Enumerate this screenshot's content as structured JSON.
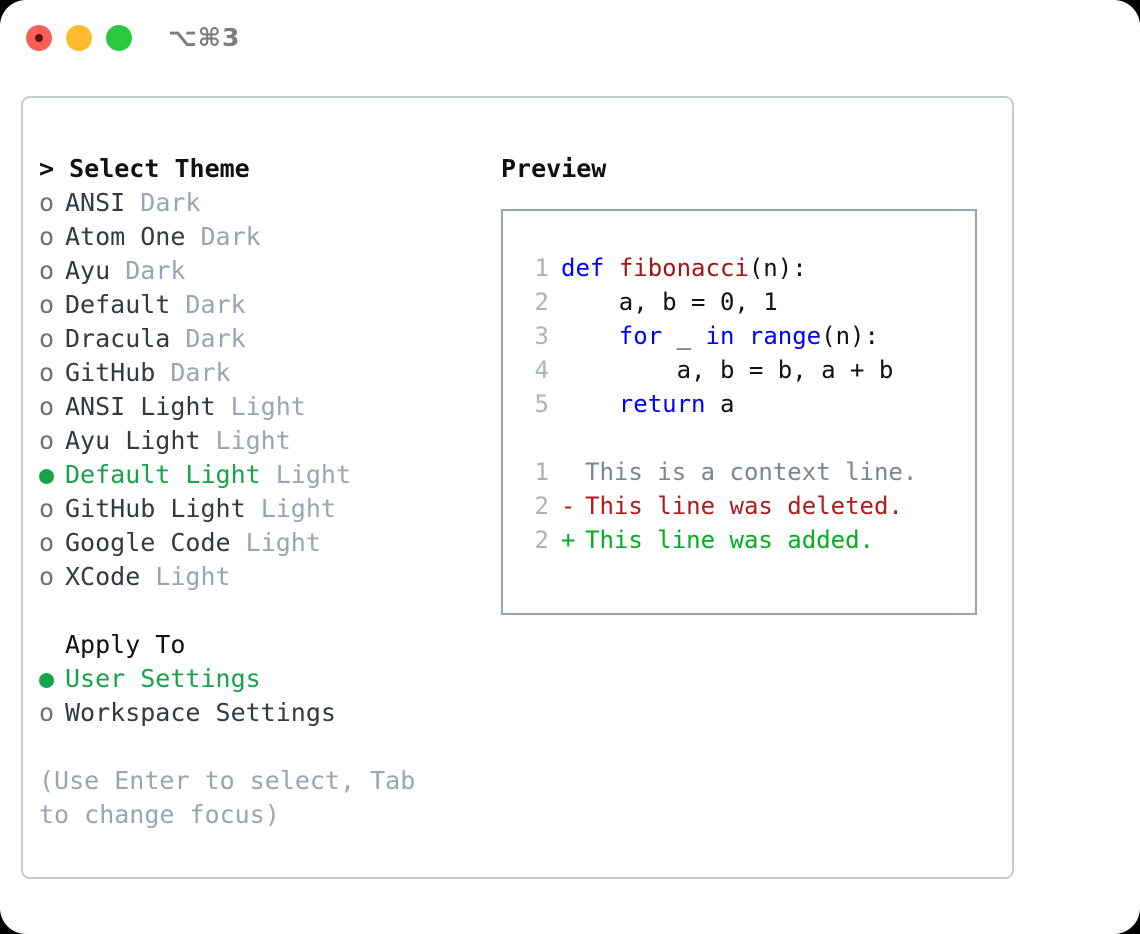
{
  "titlebar": {
    "lights": [
      "close-red",
      "minimize-yellow",
      "zoom-green"
    ],
    "shortcut": "⌥⌘3"
  },
  "left": {
    "header": "> Select Theme",
    "themes": [
      {
        "marker": "o",
        "name": "ANSI",
        "tag": "Dark",
        "selected": false
      },
      {
        "marker": "o",
        "name": "Atom One",
        "tag": "Dark",
        "selected": false
      },
      {
        "marker": "o",
        "name": "Ayu",
        "tag": "Dark",
        "selected": false
      },
      {
        "marker": "o",
        "name": "Default",
        "tag": "Dark",
        "selected": false
      },
      {
        "marker": "o",
        "name": "Dracula",
        "tag": "Dark",
        "selected": false
      },
      {
        "marker": "o",
        "name": "GitHub",
        "tag": "Dark",
        "selected": false
      },
      {
        "marker": "o",
        "name": "ANSI Light",
        "tag": "Light",
        "selected": false
      },
      {
        "marker": "o",
        "name": "Ayu Light",
        "tag": "Light",
        "selected": false
      },
      {
        "marker": "●",
        "name": "Default Light",
        "tag": "Light",
        "selected": true
      },
      {
        "marker": "o",
        "name": "GitHub Light",
        "tag": "Light",
        "selected": false
      },
      {
        "marker": "o",
        "name": "Google Code",
        "tag": "Light",
        "selected": false
      },
      {
        "marker": "o",
        "name": "XCode",
        "tag": "Light",
        "selected": false
      }
    ],
    "apply_header": "Apply To",
    "apply_options": [
      {
        "marker": "●",
        "label": "User Settings",
        "selected": true
      },
      {
        "marker": "o",
        "label": "Workspace Settings",
        "selected": false
      }
    ],
    "hint": "(Use Enter to select, Tab to change focus)"
  },
  "right": {
    "title": "Preview",
    "code": [
      {
        "n": "1",
        "tokens": [
          {
            "t": "def",
            "c": "kw"
          },
          {
            "t": " ",
            "c": "plain"
          },
          {
            "t": "fibonacci",
            "c": "fn"
          },
          {
            "t": "(n):",
            "c": "plain"
          }
        ]
      },
      {
        "n": "2",
        "tokens": [
          {
            "t": "    a, b = 0, 1",
            "c": "plain"
          }
        ]
      },
      {
        "n": "3",
        "tokens": [
          {
            "t": "    ",
            "c": "plain"
          },
          {
            "t": "for",
            "c": "kw"
          },
          {
            "t": " _ ",
            "c": "plain"
          },
          {
            "t": "in",
            "c": "kw"
          },
          {
            "t": " ",
            "c": "plain"
          },
          {
            "t": "range",
            "c": "kw"
          },
          {
            "t": "(n):",
            "c": "plain"
          }
        ]
      },
      {
        "n": "4",
        "tokens": [
          {
            "t": "        a, b = b, a + b",
            "c": "plain"
          }
        ]
      },
      {
        "n": "5",
        "tokens": [
          {
            "t": "    ",
            "c": "plain"
          },
          {
            "t": "return",
            "c": "kw"
          },
          {
            "t": " a",
            "c": "plain"
          }
        ]
      }
    ],
    "diff": [
      {
        "n": "1",
        "sign": " ",
        "text": "This is a context line.",
        "kind": "ctx"
      },
      {
        "n": "2",
        "sign": "-",
        "text": "This line was deleted.",
        "kind": "del"
      },
      {
        "n": "2",
        "sign": "+",
        "text": "This line was added.",
        "kind": "add"
      }
    ]
  },
  "colors": {
    "accent_green": "#16a34a",
    "muted_gray": "#9aa4b2",
    "keyword_blue": "#0000ff",
    "function_red": "#a31515",
    "diff_deleted": "#b01b1b",
    "diff_added": "#00b020",
    "panel_border": "#c6ccd6",
    "preview_border": "#98a5b3"
  }
}
